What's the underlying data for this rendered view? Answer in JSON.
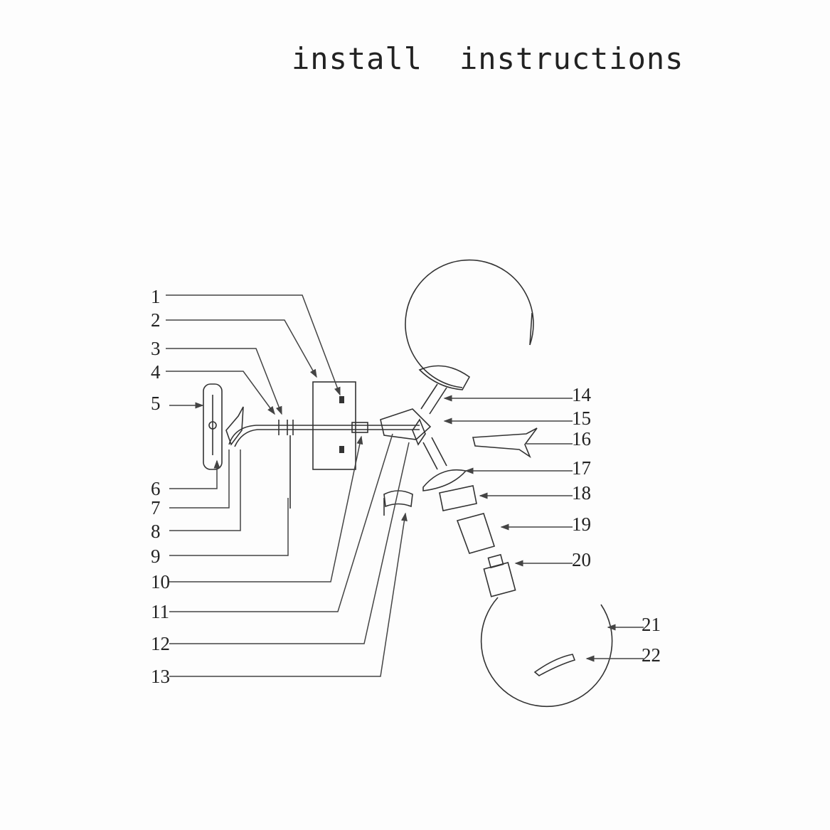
{
  "title": {
    "word1": "install",
    "word2": "instructions"
  },
  "parts": [
    "1",
    "2",
    "3",
    "4",
    "5",
    "6",
    "7",
    "8",
    "9",
    "10",
    "11",
    "12",
    "13",
    "14",
    "15",
    "16",
    "17",
    "18",
    "19",
    "20",
    "21",
    "22"
  ]
}
